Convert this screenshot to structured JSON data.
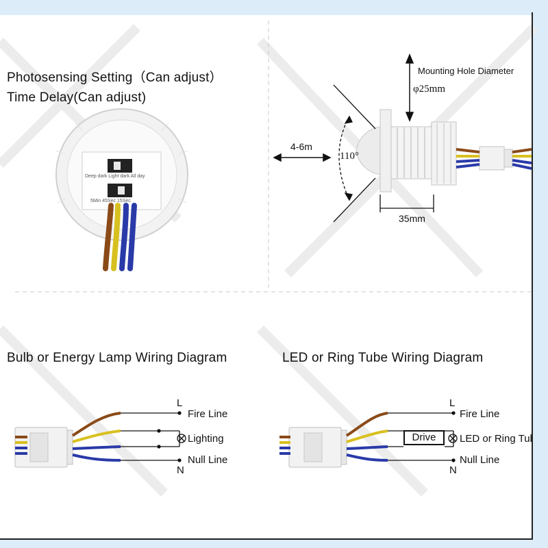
{
  "top_left": {
    "line1": "Photosensing Setting（Can adjust）",
    "line2": "Time Delay(Can adjust)",
    "switch1_text": "Deep dark  Light dark  All day",
    "switch2_text": "5Min  45Sec  15Sec"
  },
  "top_right": {
    "mounting_label": "Mounting Hole Diameter",
    "diameter_value": "φ25mm",
    "range_label": "4-6m",
    "angle_label": "110°",
    "length_label": "35mm"
  },
  "bottom_left": {
    "title": "Bulb or Energy Lamp Wiring Diagram",
    "fire_line": "Fire Line",
    "lighting": "Lighting",
    "null_line": "Null Line",
    "l_marker": "L",
    "n_marker": "N"
  },
  "bottom_right": {
    "title": "LED or Ring Tube Wiring Diagram",
    "fire_line": "Fire Line",
    "drive": "Drive",
    "led_text": "LED or Ring Tube",
    "null_line": "Null Line",
    "l_marker": "L",
    "n_marker": "N"
  },
  "colors": {
    "brown_wire": "#8a4a18",
    "yellow_wire": "#d8c020",
    "blue_wire": "#2a3aa8",
    "frame": "#dcecf8"
  }
}
